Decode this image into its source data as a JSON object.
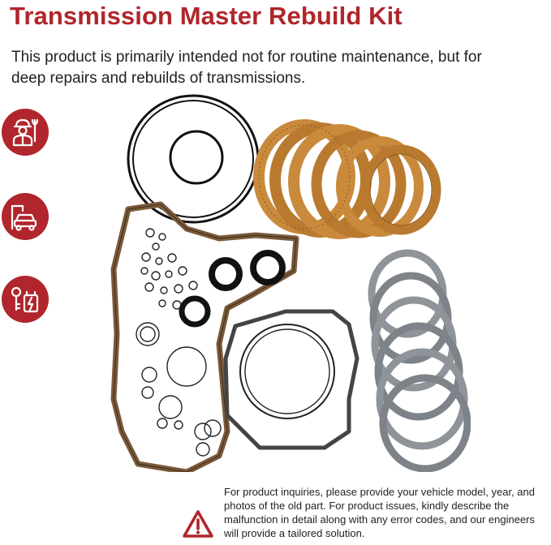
{
  "header": {
    "title": "Transmission Master Rebuild Kit"
  },
  "intro": {
    "text": "This product is primarily intended not for routine maintenance, but for deep repairs and rebuilds of transmissions."
  },
  "badges": [
    {
      "icon": "mechanic-icon"
    },
    {
      "icon": "car-lift-icon"
    },
    {
      "icon": "key-charger-icon"
    }
  ],
  "product_image": {
    "icon": "transmission-kit-parts"
  },
  "notice": {
    "icon": "warning-triangle-icon",
    "text": "For product inquiries, please provide your vehicle model, year, and photos of the old part. For product issues, kindly describe the malfunction in detail along with any error codes, and our engineers will provide a tailored solution."
  },
  "colors": {
    "brand": "#b0262c",
    "friction": "#c98a3c",
    "steel": "#8e9499",
    "gasket": "#7a5a3a"
  }
}
